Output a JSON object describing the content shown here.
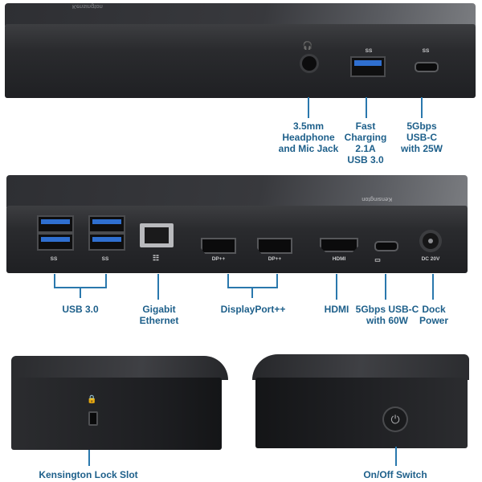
{
  "brand": "Kensington",
  "front_panel": {
    "labels": {
      "headphone": "3.5mm\nHeadphone\nand Mic Jack",
      "fast_charging": "Fast\nCharging\n2.1A\nUSB 3.0",
      "usbc_front": "5Gbps\nUSB-C\nwith 25W"
    },
    "port_marks": {
      "usb": "SS",
      "usbc": "SS"
    }
  },
  "rear_panel": {
    "labels": {
      "usb30": "USB 3.0",
      "ethernet": "Gigabit\nEthernet",
      "displayport": "DisplayPort++",
      "hdmi": "HDMI",
      "usbc_rear": "5Gbps USB-C\nwith 60W",
      "dock_power": "Dock\nPower"
    },
    "port_marks": {
      "usb_left": "SS",
      "usb_right": "SS",
      "dp1": "DP++",
      "dp2": "DP++",
      "hdmi": "HDMI",
      "dc": "DC 20V"
    }
  },
  "side_views": {
    "lock_label": "Kensington Lock Slot",
    "switch_label": "On/Off Switch"
  },
  "colors": {
    "accent": "#2a78ad",
    "label_text": "#1d5f8a",
    "device": "#232427"
  }
}
